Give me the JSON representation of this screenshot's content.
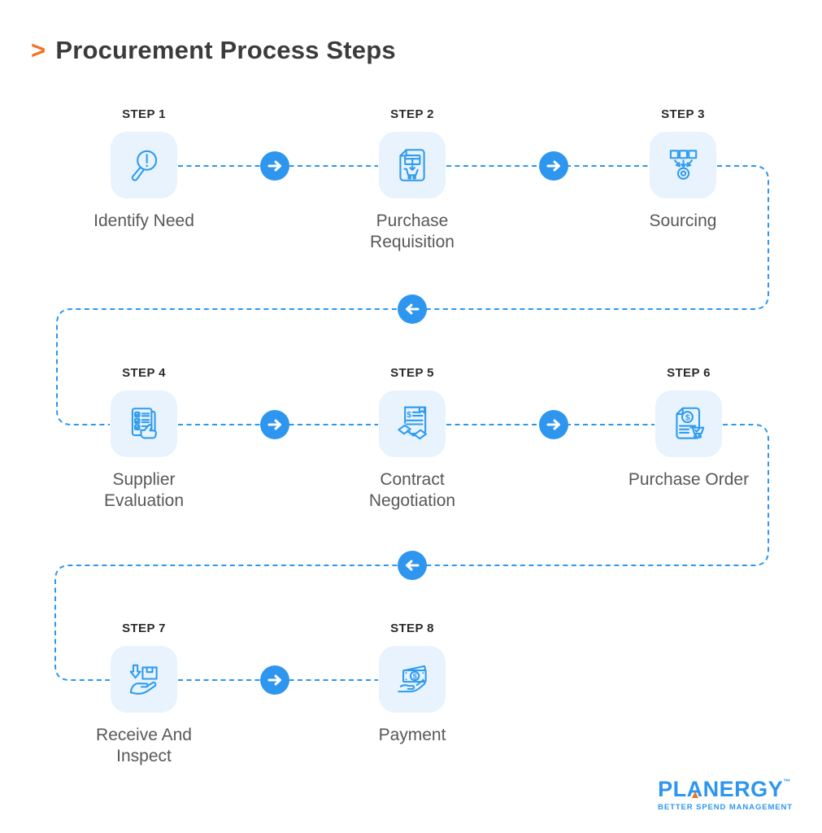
{
  "title": {
    "chevron": ">",
    "text": "Procurement Process Steps"
  },
  "steps": [
    {
      "step_label": "STEP 1",
      "name": "Identify Need",
      "icon": "magnifier-alert-icon"
    },
    {
      "step_label": "STEP 2",
      "name": "Purchase Requisition",
      "icon": "requisition-document-cart-icon"
    },
    {
      "step_label": "STEP 3",
      "name": "Sourcing",
      "icon": "options-to-target-icon"
    },
    {
      "step_label": "STEP 4",
      "name": "Supplier Evaluation",
      "icon": "checklist-thumbs-up-icon"
    },
    {
      "step_label": "STEP 5",
      "name": "Contract Negotiation",
      "icon": "contract-handshake-icon"
    },
    {
      "step_label": "STEP 6",
      "name": "Purchase Order",
      "icon": "invoice-cart-check-icon"
    },
    {
      "step_label": "STEP 7",
      "name": "Receive And Inspect",
      "icon": "hand-receiving-box-icon"
    },
    {
      "step_label": "STEP 8",
      "name": "Payment",
      "icon": "hand-with-money-icon"
    }
  ],
  "logo": {
    "prefix": "PL",
    "letter_a": "A",
    "suffix": "NERGY",
    "trademark": "™",
    "tagline": "BETTER SPEND MANAGEMENT"
  },
  "colors": {
    "accent_orange": "#F4701D",
    "primary_blue": "#2E96EE",
    "icon_blue": "#2E9BF0",
    "card_background": "#E8F3FD",
    "title_text": "#3B3B3B",
    "step_label_text": "#2B2B2B",
    "step_name_text": "#585858"
  }
}
